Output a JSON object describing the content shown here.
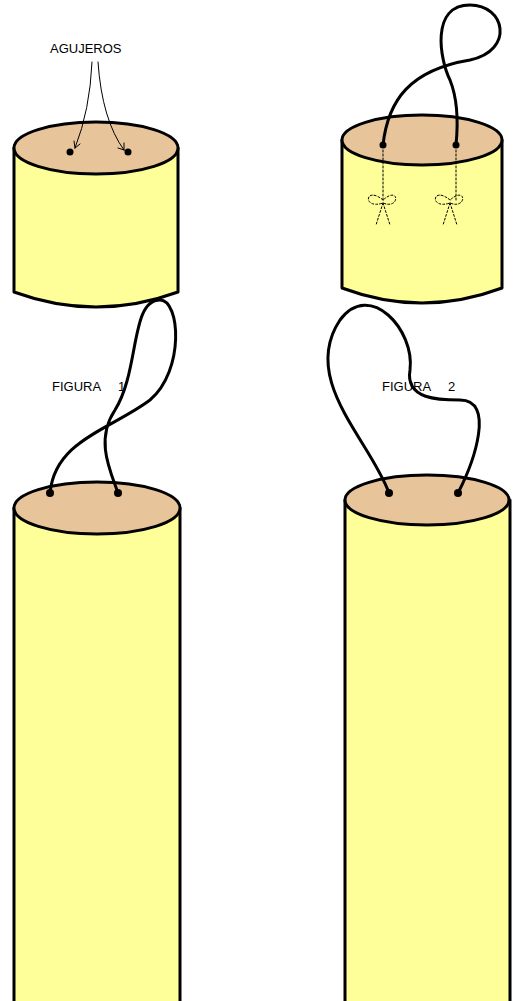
{
  "diagram": {
    "labels": [
      "AGUJEROS",
      "FIGURA 1",
      "FIGURA 2"
    ]
  }
}
